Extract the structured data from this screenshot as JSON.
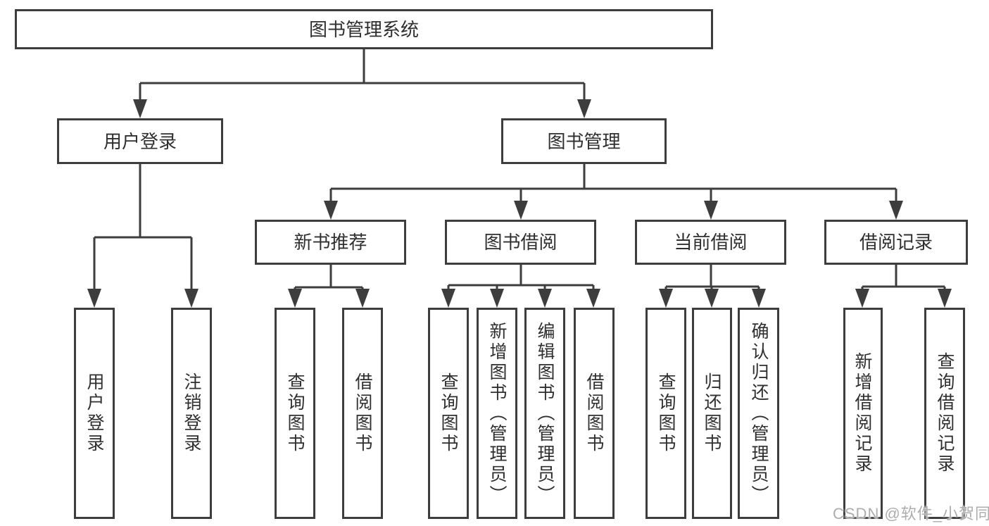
{
  "diagram": {
    "type": "hierarchy-tree",
    "nodes": {
      "root": "图书管理系统",
      "user_login_branch": "用户登录",
      "book_mgmt": "图书管理",
      "new_book_rec": "新书推荐",
      "book_borrow": "图书借阅",
      "current_borrow": "当前借阅",
      "borrow_record": "借阅记录",
      "user_login": "用户登录",
      "logout": "注销登录",
      "query_book_1": "查询图书",
      "borrow_book_1": "借阅图书",
      "query_book_2": "查询图书",
      "add_book": "新增图书（管理员）",
      "edit_book": "编辑图书（管理员）",
      "borrow_book_2": "借阅图书",
      "query_book_3": "查询图书",
      "return_book": "归还图书",
      "confirm_return": "确认归还（管理员）",
      "add_borrow_record": "新增借阅记录",
      "query_borrow_record": "查询借阅记录"
    },
    "edges": [
      {
        "from": "图书管理系统",
        "to": [
          "用户登录",
          "图书管理"
        ]
      },
      {
        "from": "用户登录",
        "to": [
          "用户登录",
          "注销登录"
        ]
      },
      {
        "from": "图书管理",
        "to": [
          "新书推荐",
          "图书借阅",
          "当前借阅",
          "借阅记录"
        ]
      },
      {
        "from": "新书推荐",
        "to": [
          "查询图书",
          "借阅图书"
        ]
      },
      {
        "from": "图书借阅",
        "to": [
          "查询图书",
          "新增图书（管理员）",
          "编辑图书（管理员）",
          "借阅图书"
        ]
      },
      {
        "from": "当前借阅",
        "to": [
          "查询图书",
          "归还图书",
          "确认归还（管理员）"
        ]
      },
      {
        "from": "借阅记录",
        "to": [
          "新增借阅记录",
          "查询借阅记录"
        ]
      }
    ],
    "watermark": "CSDN @软件_小贺同学",
    "colors": {
      "line": "#3d3d3d",
      "text": "#2f2f2f",
      "watermark": "#adadad",
      "background": "#ffffff"
    }
  }
}
